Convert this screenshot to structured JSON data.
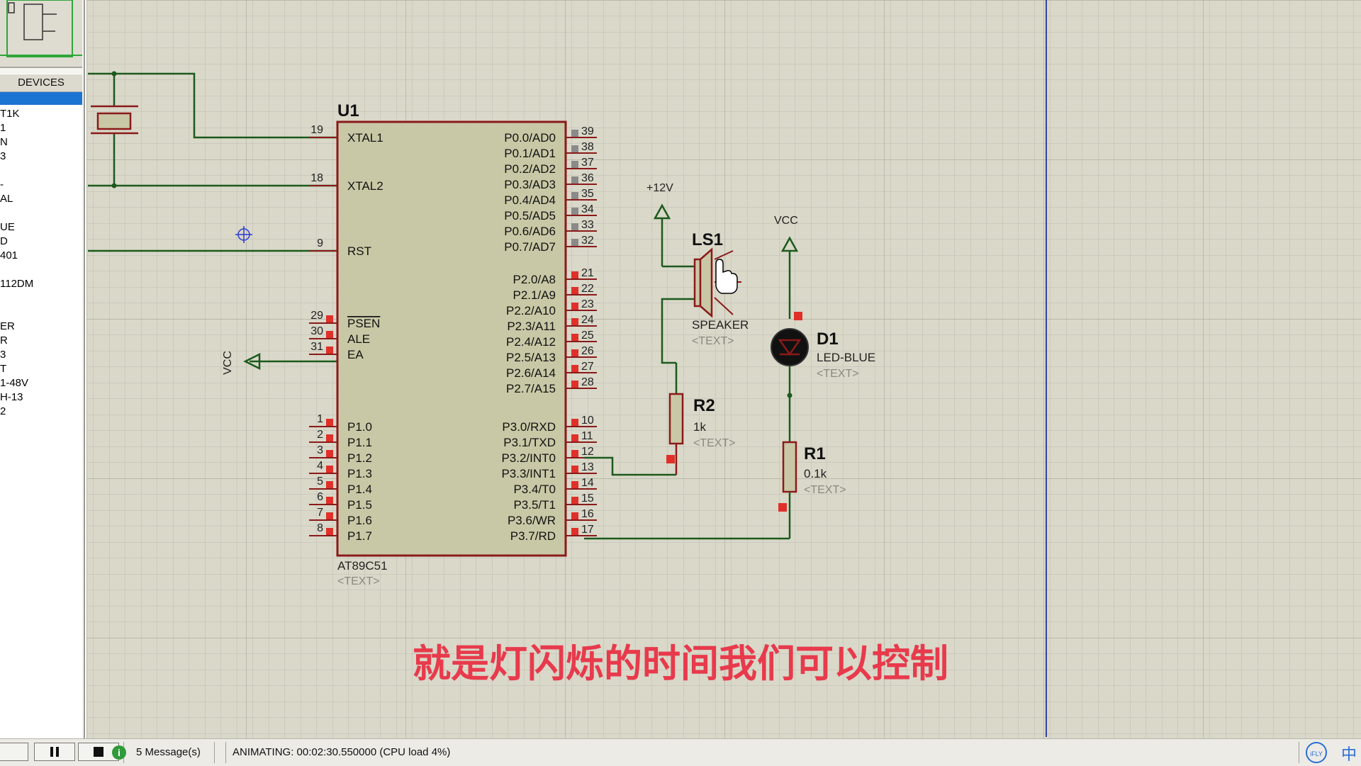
{
  "devices_panel": {
    "header": "DEVICES",
    "items": [
      "T1K",
      "1",
      "N",
      "3",
      "-",
      "AL",
      "UE",
      "D",
      "401",
      "112DM",
      "ER",
      "R",
      "3",
      "T",
      "1-48V",
      "H-13",
      "2"
    ]
  },
  "schematic": {
    "u1": {
      "ref": "U1",
      "part": "AT89C51",
      "text": "<TEXT>",
      "left_pins": [
        {
          "num": "19",
          "name": "XTAL1"
        },
        {
          "num": "18",
          "name": "XTAL2"
        },
        {
          "num": "9",
          "name": "RST"
        },
        {
          "num": "29",
          "name": "PSEN"
        },
        {
          "num": "30",
          "name": "ALE"
        },
        {
          "num": "31",
          "name": "EA"
        },
        {
          "num": "1",
          "name": "P1.0"
        },
        {
          "num": "2",
          "name": "P1.1"
        },
        {
          "num": "3",
          "name": "P1.2"
        },
        {
          "num": "4",
          "name": "P1.3"
        },
        {
          "num": "5",
          "name": "P1.4"
        },
        {
          "num": "6",
          "name": "P1.5"
        },
        {
          "num": "7",
          "name": "P1.6"
        },
        {
          "num": "8",
          "name": "P1.7"
        }
      ],
      "right_pins": [
        {
          "num": "39",
          "name": "P0.0/AD0"
        },
        {
          "num": "38",
          "name": "P0.1/AD1"
        },
        {
          "num": "37",
          "name": "P0.2/AD2"
        },
        {
          "num": "36",
          "name": "P0.3/AD3"
        },
        {
          "num": "35",
          "name": "P0.4/AD4"
        },
        {
          "num": "34",
          "name": "P0.5/AD5"
        },
        {
          "num": "33",
          "name": "P0.6/AD6"
        },
        {
          "num": "32",
          "name": "P0.7/AD7"
        },
        {
          "num": "21",
          "name": "P2.0/A8"
        },
        {
          "num": "22",
          "name": "P2.1/A9"
        },
        {
          "num": "23",
          "name": "P2.2/A10"
        },
        {
          "num": "24",
          "name": "P2.3/A11"
        },
        {
          "num": "25",
          "name": "P2.4/A12"
        },
        {
          "num": "26",
          "name": "P2.5/A13"
        },
        {
          "num": "27",
          "name": "P2.6/A14"
        },
        {
          "num": "28",
          "name": "P2.7/A15"
        },
        {
          "num": "10",
          "name": "P3.0/RXD"
        },
        {
          "num": "11",
          "name": "P3.1/TXD"
        },
        {
          "num": "12",
          "name": "P3.2/INT0"
        },
        {
          "num": "13",
          "name": "P3.3/INT1"
        },
        {
          "num": "14",
          "name": "P3.4/T0"
        },
        {
          "num": "15",
          "name": "P3.5/T1"
        },
        {
          "num": "16",
          "name": "P3.6/WR"
        },
        {
          "num": "17",
          "name": "P3.7/RD"
        }
      ]
    },
    "vcc_left": "VCC",
    "plus12v": "+12V",
    "vcc_right": "VCC",
    "ls1": {
      "ref": "LS1",
      "part": "SPEAKER",
      "text": "<TEXT>"
    },
    "d1": {
      "ref": "D1",
      "part": "LED-BLUE",
      "text": "<TEXT>"
    },
    "r2": {
      "ref": "R2",
      "value": "1k",
      "text": "<TEXT>"
    },
    "r1": {
      "ref": "R1",
      "value": "0.1k",
      "text": "<TEXT>"
    }
  },
  "subtitle": "就是灯闪烁的时间我们可以控制",
  "statusbar": {
    "messages": "5 Message(s)",
    "status": "ANIMATING: 00:02:30.550000 (CPU load 4%)",
    "tray_ime": "中",
    "tray_brand": "iFLY"
  },
  "colors": {
    "grid_bg": "#d9d8c9",
    "component_fill": "#c9c8a6",
    "component_stroke": "#8b1a1a",
    "wire": "#1c5a1c",
    "pin_active": "#e0302a",
    "pin_idle": "#8a8a8a",
    "subtitle": "#e83a4c",
    "selection": "#1c74d2"
  }
}
